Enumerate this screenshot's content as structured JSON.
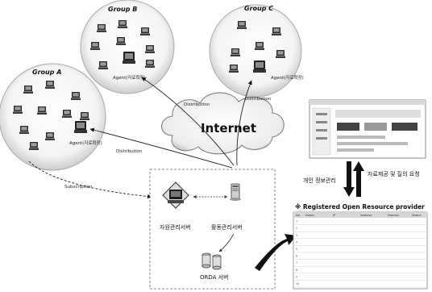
{
  "groups": {
    "a": {
      "label": "Group A",
      "agent": "Agent(자료확장)"
    },
    "b": {
      "label": "Group B",
      "agent": "Agent(자료확장)"
    },
    "c": {
      "label": "Group C",
      "agent": "Agent(자료확장)"
    }
  },
  "cloud": {
    "label": "Internet"
  },
  "arrows": {
    "dist_b": "Distribution",
    "dist_c": "Distribution",
    "dist_a": "Distribution",
    "subscription": "Subscription"
  },
  "servers": {
    "resource_mgr": "자원관리서버",
    "activity_mgr": "활동관리서버",
    "orda": "ORDA 서버"
  },
  "mid_notes": {
    "left": "개인 정보관리",
    "right": "자료제공 및 질의 요청"
  },
  "registered": {
    "title": "※ Registered Open Resource provider",
    "columns": [
      "No.",
      "Name",
      "IP",
      "Address",
      "Domain",
      "Status"
    ],
    "rows": [
      [
        "1",
        "",
        "",
        "",
        "",
        ""
      ],
      [
        "2",
        "",
        "",
        "",
        "",
        ""
      ],
      [
        "3",
        "",
        "",
        "",
        "",
        ""
      ],
      [
        "4",
        "",
        "",
        "",
        "",
        ""
      ],
      [
        "5",
        "",
        "",
        "",
        "",
        ""
      ],
      [
        "6",
        "",
        "",
        "",
        "",
        ""
      ],
      [
        "7",
        "",
        "",
        "",
        "",
        ""
      ],
      [
        "8",
        "",
        "",
        "",
        "",
        ""
      ],
      [
        "9",
        "",
        "",
        "",
        "",
        ""
      ],
      [
        "10",
        "",
        "",
        "",
        "",
        ""
      ]
    ]
  }
}
